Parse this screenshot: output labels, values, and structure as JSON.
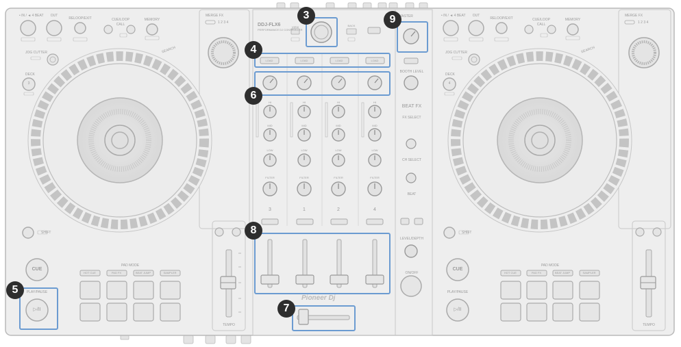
{
  "callouts": [
    {
      "number": "3",
      "target": "browse-knob"
    },
    {
      "number": "4",
      "target": "load-buttons"
    },
    {
      "number": "5",
      "target": "play-pause-button"
    },
    {
      "number": "6",
      "target": "trim-knobs"
    },
    {
      "number": "7",
      "target": "crossfader"
    },
    {
      "number": "8",
      "target": "channel-faders"
    },
    {
      "number": "9",
      "target": "master-level-knob"
    }
  ],
  "highlight_color": "#6b9bd1",
  "badge_color": "#2e2e2e",
  "labels": {
    "in_beat": "• IN / ◄ 4 BEAT",
    "out": "OUT",
    "reloop_exit": "RELOOP/EXIT",
    "cue_loop": "CUE/LOOP",
    "call": "CALL",
    "memory": "MEMORY",
    "merge_fx": "MERGE FX",
    "merge_nums": "1 2 3 4",
    "model": "DDJ-FLX6",
    "model_sub": "PERFORMANCE DJ CONTROLLER",
    "view": "VIEW",
    "back": "BACK",
    "master": "MASTER",
    "booth_level": "BOOTH LEVEL",
    "beat_fx": "BEAT FX",
    "fx_select": "FX SELECT",
    "ch_select": "CH SELECT",
    "beat": "BEAT",
    "level_depth": "LEVEL/DEPTH",
    "on_off": "ON/OFF",
    "load": "LOAD",
    "cue": "CUE",
    "play_pause": "PLAY/PAUSE",
    "play_symbol": "▷/II",
    "pad_mode": "PAD MODE",
    "pad_modes": [
      "HOT CUE",
      "PAD FX",
      "BEAT JUMP",
      "SAMPLER"
    ],
    "tempo": "TEMPO",
    "shift": "SHIFT",
    "deck": "DECK",
    "jog_cutter": "JOG CUTTER",
    "searcha": "SEARCH",
    "hi": "HI",
    "mid": "MID",
    "low": "LOW",
    "filter": "FILTER",
    "channels": [
      "3",
      "1",
      "2",
      "4"
    ],
    "brand": "Pioneer Dj",
    "deck_left": "3",
    "deck_right": "4"
  }
}
